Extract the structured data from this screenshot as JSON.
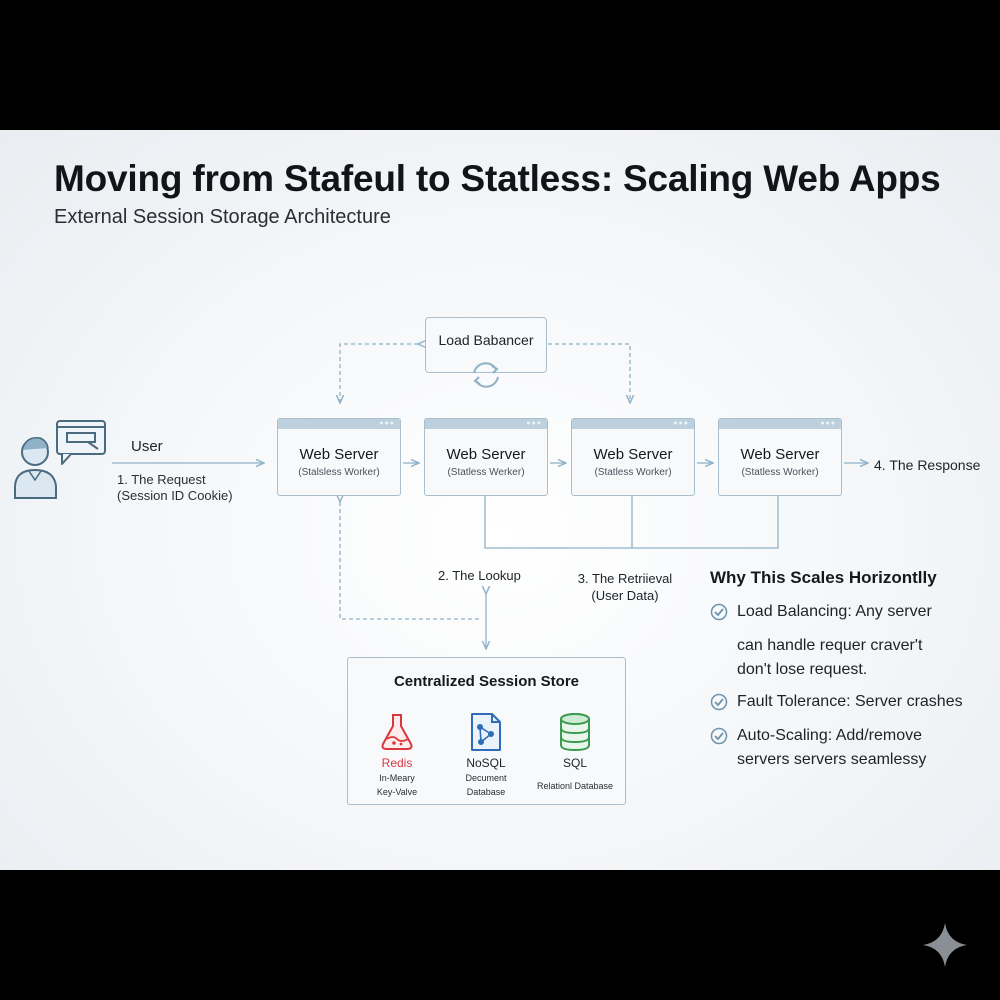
{
  "header": {
    "title": "Moving from Stafeul to Statless: Scaling Web Apps",
    "subtitle": "External Session Storage Architecture"
  },
  "load_balancer": {
    "label": "Load Babancer",
    "icon": "refresh-cycle-icon"
  },
  "user": {
    "label": "User",
    "request_line1": "1. The Request",
    "request_line2": "(Session ID Cookie)",
    "icon": "user-chat-icon"
  },
  "servers": [
    {
      "name": "Web Server",
      "sub": "(Stalsless Worker)"
    },
    {
      "name": "Web Server",
      "sub": "(Statless Werker)"
    },
    {
      "name": "Web Server",
      "sub": "(Statless Worker)"
    },
    {
      "name": "Web Server",
      "sub": "(Statless Worker)"
    }
  ],
  "flow": {
    "response": "4. The Response",
    "lookup": "2. The Lookup",
    "retrieval_line1": "3. The Retriieval",
    "retrieval_line2": "(User Data)"
  },
  "store": {
    "title": "Centralized Session Store",
    "items": [
      {
        "name": "Redis",
        "desc_line1": "In-Meary",
        "desc_line2": "Key-Valve",
        "icon": "flask-icon",
        "color": "#d9363e"
      },
      {
        "name": "NoSQL",
        "desc_line1": "Decument",
        "desc_line2": "Database",
        "icon": "document-graph-icon",
        "color": "#2e6db5"
      },
      {
        "name": "SQL",
        "desc_line1": "Relationl Database",
        "desc_line2": "",
        "icon": "database-stack-icon",
        "color": "#3b9a4e"
      }
    ]
  },
  "why": {
    "title": "Why This Scales Horizontlly",
    "items": [
      {
        "strong": "Load Balancing:",
        "rest": " Any server",
        "line2": "can handle requer craver't",
        "line3": "don't lose request."
      },
      {
        "strong": "Fault Tolerance:",
        "rest": " Server crashes",
        "line2": "",
        "line3": ""
      },
      {
        "strong": "Auto-Scaling:",
        "rest": " Add/remove",
        "line2": "servers servers seamlessy",
        "line3": ""
      }
    ]
  },
  "colors": {
    "accent": "#a9bfce",
    "connector": "#8fb2c8",
    "redis": "#d9363e",
    "nosql": "#2e6db5",
    "sql": "#3b9a4e"
  }
}
